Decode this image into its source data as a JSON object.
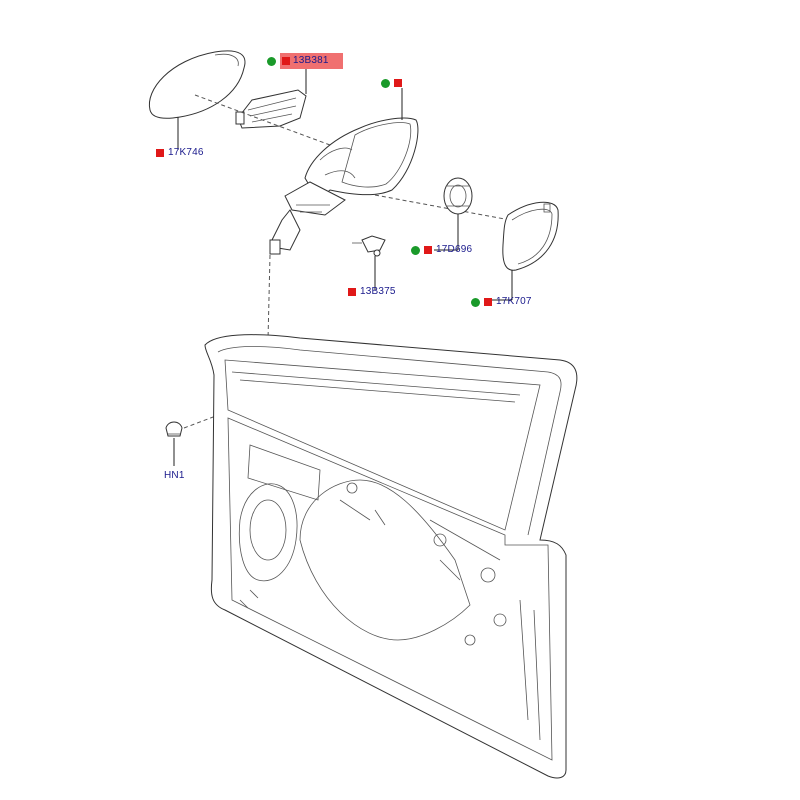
{
  "parts": [
    {
      "id": "13B381",
      "label": "13B381",
      "has_green_dot": true,
      "has_red_square": true,
      "highlighted": true
    },
    {
      "id": "17K746",
      "label": "17K746",
      "has_green_dot": false,
      "has_red_square": true,
      "highlighted": false
    },
    {
      "id": "mirror-housing",
      "label": "",
      "has_green_dot": true,
      "has_red_square": true,
      "highlighted": false
    },
    {
      "id": "17D696",
      "label": "17D696",
      "has_green_dot": true,
      "has_red_square": true,
      "highlighted": false
    },
    {
      "id": "13B375",
      "label": "13B375",
      "has_green_dot": false,
      "has_red_square": true,
      "highlighted": false
    },
    {
      "id": "17K707",
      "label": "17K707",
      "has_green_dot": true,
      "has_red_square": true,
      "highlighted": false
    },
    {
      "id": "HN1",
      "label": "HN1",
      "has_green_dot": false,
      "has_red_square": false,
      "highlighted": false
    }
  ],
  "colors": {
    "green_dot": "#1a9a2a",
    "red_square": "#e01818",
    "highlight": "#f07070",
    "label_text": "#1a1a8c"
  }
}
